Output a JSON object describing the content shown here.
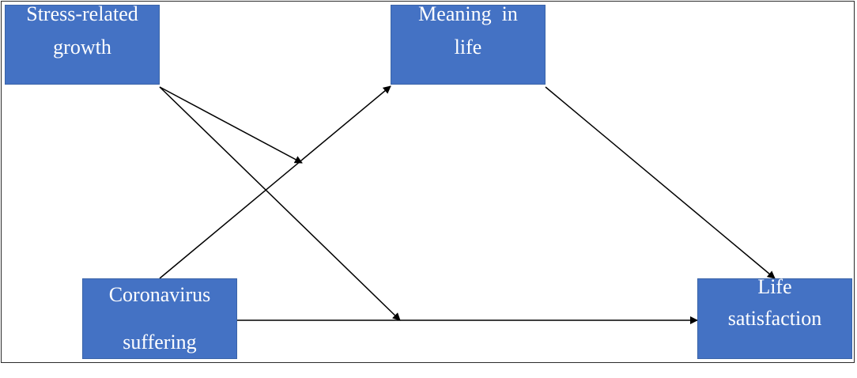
{
  "diagram": {
    "box_color": "#4472c4",
    "text_color": "#ffffff",
    "line_color": "#000000",
    "nodes": {
      "stress": {
        "line1": "Stress-related",
        "line2": "growth"
      },
      "meaning": {
        "line1": "Meaning  in",
        "line2": "life"
      },
      "corona": {
        "line1": "Coronavirus",
        "line2": "suffering"
      },
      "life": {
        "line1": "Life",
        "line2": "satisfaction"
      }
    },
    "edges": [
      {
        "from": "Coronavirus suffering",
        "to": "Meaning in life"
      },
      {
        "from": "Meaning in life",
        "to": "Life satisfaction"
      },
      {
        "from": "Coronavirus suffering",
        "to": "Life satisfaction"
      },
      {
        "from": "Stress-related growth",
        "to": "Coronavirus suffering → Meaning in life path"
      },
      {
        "from": "Stress-related growth",
        "to": "Coronavirus suffering → Life satisfaction path"
      }
    ]
  }
}
